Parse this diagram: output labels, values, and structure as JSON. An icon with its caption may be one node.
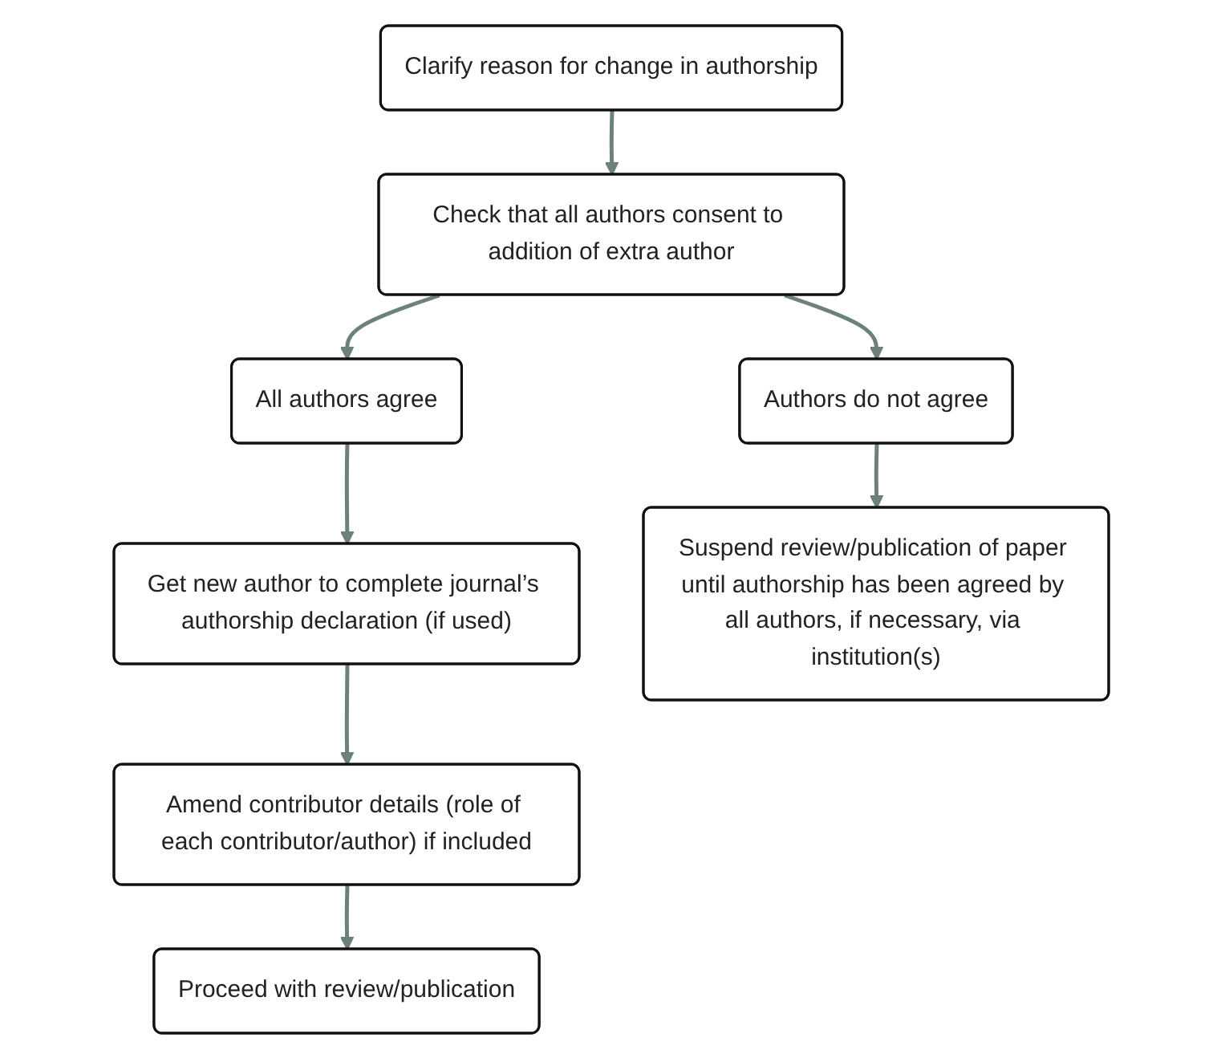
{
  "diagram": {
    "nodes": [
      {
        "text": [
          "Clarify reason for change in authorship"
        ]
      },
      {
        "text": [
          "Check that all authors consent to addition of extra author"
        ]
      },
      {
        "text": [
          "All authors agree"
        ]
      },
      {
        "text": [
          "Authors do not agree"
        ]
      },
      {
        "text": [
          "Get new author to complete journal’s authorship declaration (if used)"
        ]
      },
      {
        "text": [
          "Suspend review/publication of paper until authorship has been agreed by all authors, if necessary, via institution(s)"
        ]
      },
      {
        "text": [
          "Amend contributor details (role of each contributor/author) if included"
        ]
      },
      {
        "text": [
          "Proceed with review/publication"
        ]
      }
    ],
    "edges": [
      {
        "from": 0,
        "to": 1,
        "arrow": "to"
      },
      {
        "from": 1,
        "to": 2,
        "arrow": "to"
      },
      {
        "from": 1,
        "to": 3,
        "arrow": "to"
      },
      {
        "from": 2,
        "to": 4,
        "arrow": "to"
      },
      {
        "from": 3,
        "to": 5,
        "arrow": "to"
      },
      {
        "from": 4,
        "to": 6,
        "arrow": "to"
      },
      {
        "from": 6,
        "to": 7,
        "arrow": "to"
      }
    ]
  }
}
